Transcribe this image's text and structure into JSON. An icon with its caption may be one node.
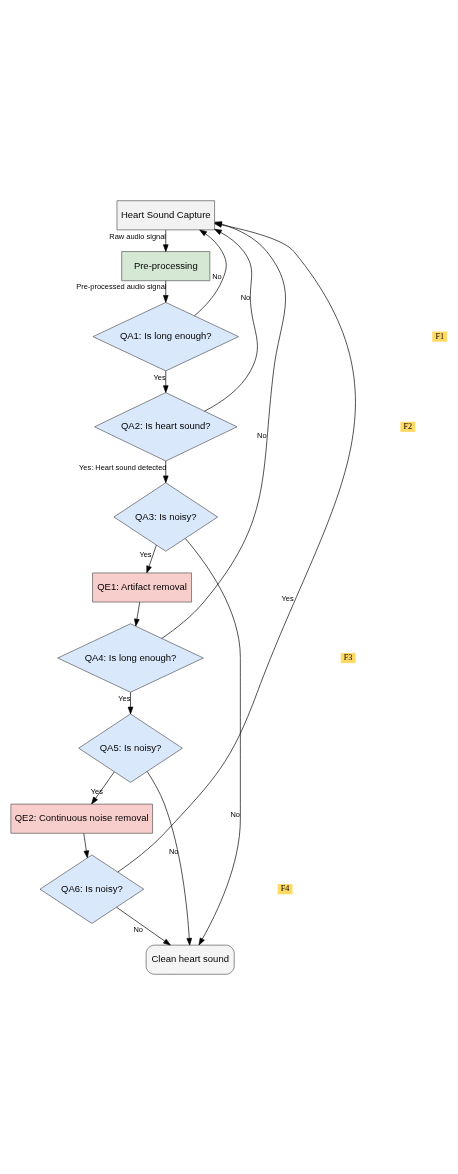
{
  "diagram": {
    "nodes": [
      {
        "text": [
          "Heart Sound Capture"
        ]
      },
      {
        "text": [
          "Pre-processing"
        ]
      },
      {
        "text": [
          "QA1: Is long enough?"
        ]
      },
      {
        "text": [
          "QA2: Is heart sound?"
        ]
      },
      {
        "text": [
          "QA3: Is noisy?"
        ]
      },
      {
        "text": [
          "QE1: Artifact removal"
        ]
      },
      {
        "text": [
          "QA4: Is long enough?"
        ]
      },
      {
        "text": [
          "QA5: Is noisy?"
        ]
      },
      {
        "text": [
          "QE2: Continuous noise removal"
        ]
      },
      {
        "text": [
          "QA6: Is noisy?"
        ]
      },
      {
        "text": [
          "Clean heart sound"
        ]
      }
    ],
    "edges": [
      {
        "from": 0,
        "to": 1,
        "arrow": "to",
        "label": "Raw audio signal"
      },
      {
        "from": 1,
        "to": 2,
        "arrow": "to",
        "label": "Pre-processed audio signal"
      },
      {
        "from": 2,
        "to": 0,
        "arrow": "to",
        "label": "No"
      },
      {
        "from": 2,
        "to": 3,
        "arrow": "to",
        "label": "Yes"
      },
      {
        "from": 3,
        "to": 0,
        "arrow": "to",
        "label": "No"
      },
      {
        "from": 3,
        "to": 4,
        "arrow": "to",
        "label": "Yes: Heart sound detected"
      },
      {
        "from": 4,
        "to": 5,
        "arrow": "to",
        "label": "Yes"
      },
      {
        "from": 4,
        "to": 10,
        "arrow": "to",
        "label": "No"
      },
      {
        "from": 5,
        "to": 6,
        "arrow": "to"
      },
      {
        "from": 6,
        "to": 0,
        "arrow": "to",
        "label": "No"
      },
      {
        "from": 6,
        "to": 7,
        "arrow": "to",
        "label": "Yes"
      },
      {
        "from": 7,
        "to": 10,
        "arrow": "to",
        "label": "No"
      },
      {
        "from": 7,
        "to": 8,
        "arrow": "to",
        "label": "Yes"
      },
      {
        "from": 8,
        "to": 9,
        "arrow": "to"
      },
      {
        "from": 9,
        "to": 10,
        "arrow": "to",
        "label": "No"
      },
      {
        "from": 9,
        "to": 0,
        "arrow": "to",
        "label": "Yes"
      }
    ],
    "labels": [
      "F1",
      "F2",
      "F3",
      "F4"
    ]
  }
}
